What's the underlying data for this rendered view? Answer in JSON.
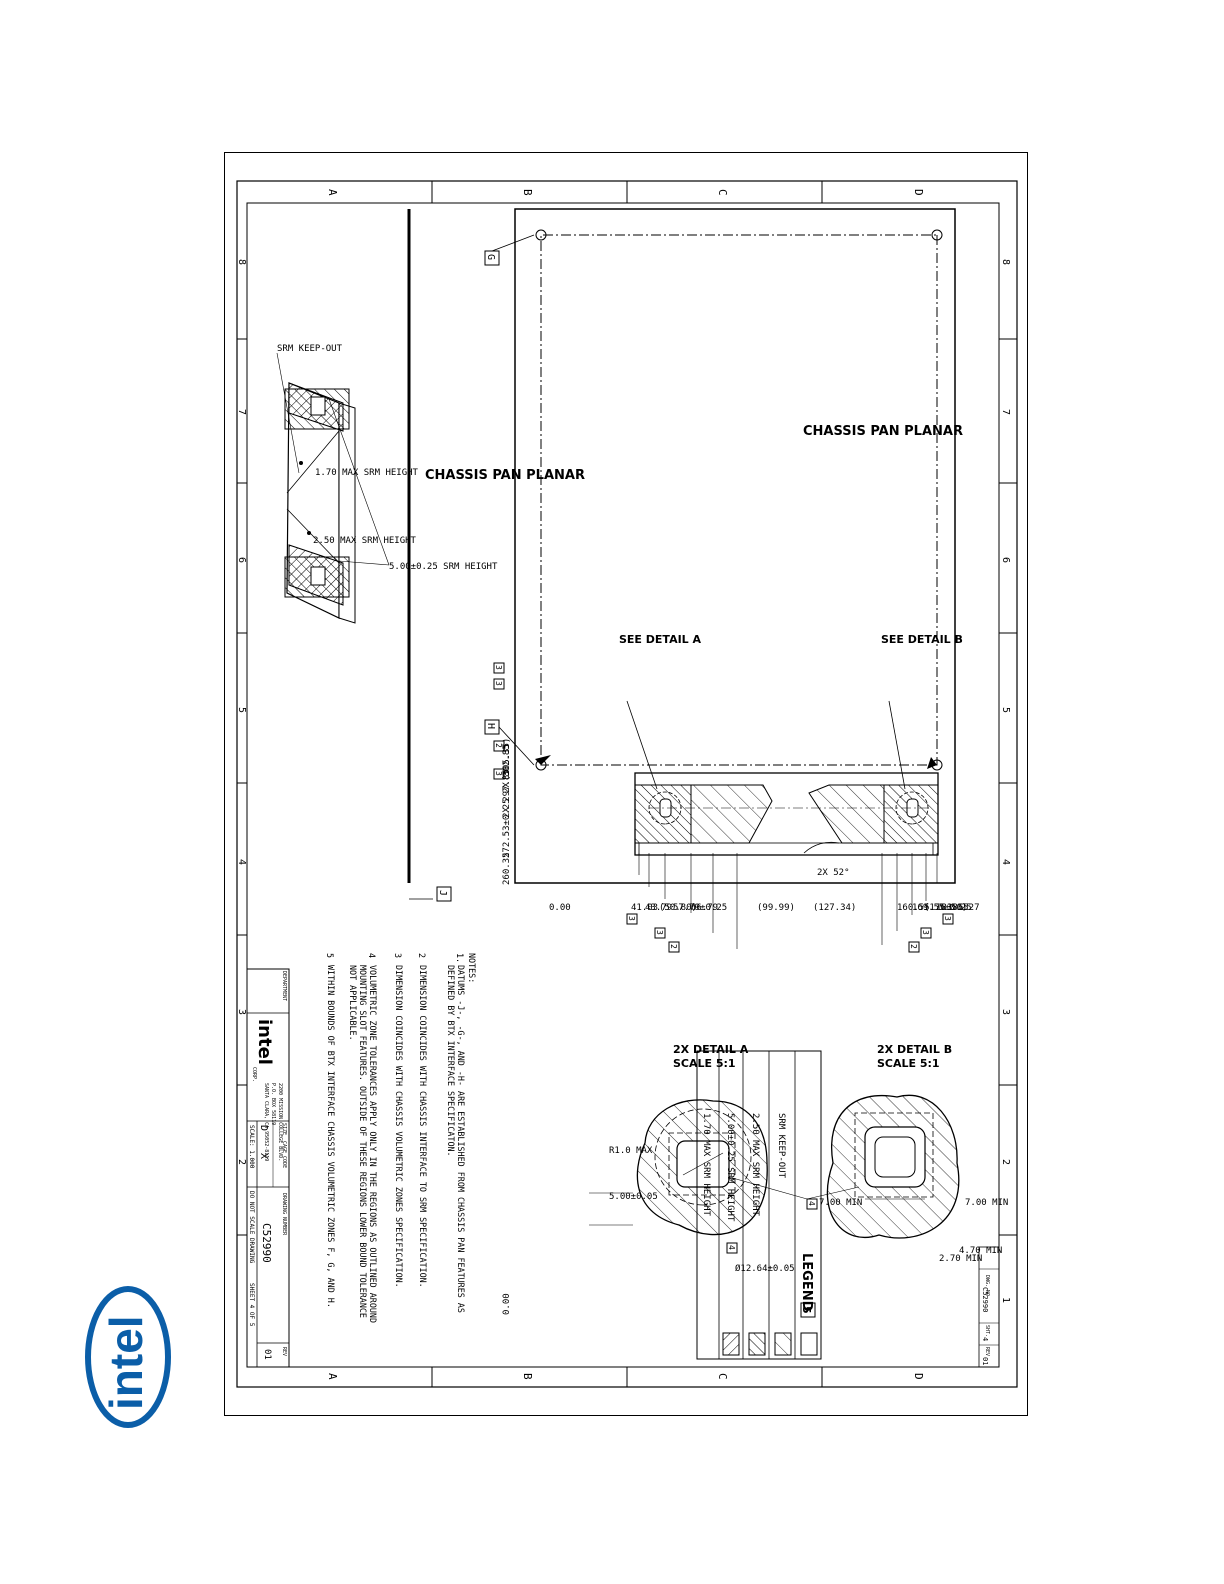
{
  "zones": {
    "rows": [
      "D",
      "C",
      "B",
      "A"
    ],
    "cols": [
      "8",
      "7",
      "6",
      "5",
      "4",
      "3",
      "2",
      "1"
    ]
  },
  "labels": {
    "chassis_pan_planar": "CHASSIS PAN PLANAR",
    "see_detail_b": "SEE DETAIL B",
    "see_detail_a": "SEE DETAIL A",
    "detail_b_title": "2X DETAIL B",
    "detail_a_title": "2X DETAIL A",
    "scale_5_1": "SCALE 5:1",
    "angle": "2X 52°"
  },
  "datums": {
    "j": "J",
    "g": "G",
    "h": "H"
  },
  "dims_top": [
    {
      "text": "186.27",
      "tag": "3"
    },
    {
      "text": "183.55",
      "tag": ""
    },
    {
      "text": "(176.50)",
      "tag": "3"
    },
    {
      "text": "169.55±0.25",
      "tag": "2"
    },
    {
      "text": "160.55",
      "tag": ""
    },
    {
      "text": "(127.34)",
      "tag": ""
    },
    {
      "text": "(99.99)",
      "tag": ""
    },
    {
      "text": "66.79",
      "tag": ""
    },
    {
      "text": "57.79±0.25",
      "tag": "2"
    },
    {
      "text": "(50.80)",
      "tag": "3"
    },
    {
      "text": "43.79",
      "tag": ""
    },
    {
      "text": "41.03",
      "tag": "3"
    },
    {
      "text": "0.00",
      "tag": ""
    }
  ],
  "dims_right": [
    {
      "text": "(305.35)",
      "tag": "3"
    },
    {
      "text": "2X 302.85",
      "tag": "3"
    },
    {
      "text": "2X 297.85",
      "tag": ""
    },
    {
      "text": "272.53±0.25",
      "tag": "2"
    },
    {
      "text": "260.35",
      "tag": "3"
    },
    {
      "text": "0.00",
      "tag": ""
    }
  ],
  "detail_dims": {
    "b_min_left": "7.00 MIN",
    "b_min_right": "7.00 MIN",
    "b_470": "4.70 MIN",
    "b_270": "2.70 MIN",
    "a_dia": "Ø12.64±0.05",
    "a_r": "R1.0 MAX",
    "a_500": "5.00±0.05",
    "tag4": "4"
  },
  "legend": {
    "title": "LEGEND",
    "tag": "5",
    "items": [
      "SRM KEEP-OUT",
      "2.50 MAX SRM HEIGHT",
      "5.00±0.25 SRM HEIGHT",
      "1.70 MAX SRM HEIGHT"
    ],
    "item3_tag": "4"
  },
  "notes": {
    "header": "NOTES:",
    "items": [
      {
        "num": "1.",
        "text": "DATUMS -J-, -G-, AND -H- ARE ESTABLISHED FROM CHASSIS PAN FEATURES AS DEFINED BY BTX INTERFACE SPECIFICATON."
      },
      {
        "num": "2",
        "text": "DIMENSION COINCIDES WITH CHASSIS INTERFACE TO SRM SPECIFICATION."
      },
      {
        "num": "3",
        "text": "DIMENSION COINCIDES WITH CHASSIS VOLUMETRIC ZONES SPECIFICATION."
      },
      {
        "num": "4",
        "text": "VOLUMETRIC ZONE TOLERANCES APPLY ONLY IN THE REGIONS AS OUTLINED AROUND MOUNTING SLOT FEATURES. OUTSIDE OF THESE REGIONS LOWER BOUND TOLERANCE NOT APPLICABLE."
      },
      {
        "num": "5",
        "text": "WITHIN BOUNDS OF BTX INTERFACE CHASSIS VOLUMETRIC ZONES F, G, AND H."
      }
    ]
  },
  "iso_callouts": {
    "h500": "5.00±0.25 SRM HEIGHT",
    "h250": "2.50 MAX SRM HEIGHT",
    "h170": "1.70 MAX SRM HEIGHT",
    "keepout": "SRM KEEP-OUT"
  },
  "title_block": {
    "department": "DEPARTMENT",
    "address1": "2200 MISSION COLLEGE BLVD.",
    "address2": "P.O. BOX 58119",
    "address3": "SANTA CLARA, CA 95052-8119",
    "corp": "CORP.",
    "intel": "intel",
    "size_label": "SIZE",
    "size": "D",
    "cage_label": "CAGE CODE",
    "cage": "X",
    "drawing_label": "DRAWING NUMBER",
    "drawing": "C52990",
    "rev_label": "REV",
    "rev": "01",
    "scale": "SCALE: 1.000",
    "do_not_scale": "DO NOT SCALE DRAWING",
    "sheet": "SHEET 4 OF 5",
    "small_dwg": "C52990",
    "small_sheet": "4",
    "small_rev": "01",
    "small_dwg_label": "DWG. NO",
    "small_sht_label": "SHT.",
    "small_rev_label": "REV"
  },
  "logo": {
    "text": "intel",
    "color": "#0b5ea8"
  }
}
